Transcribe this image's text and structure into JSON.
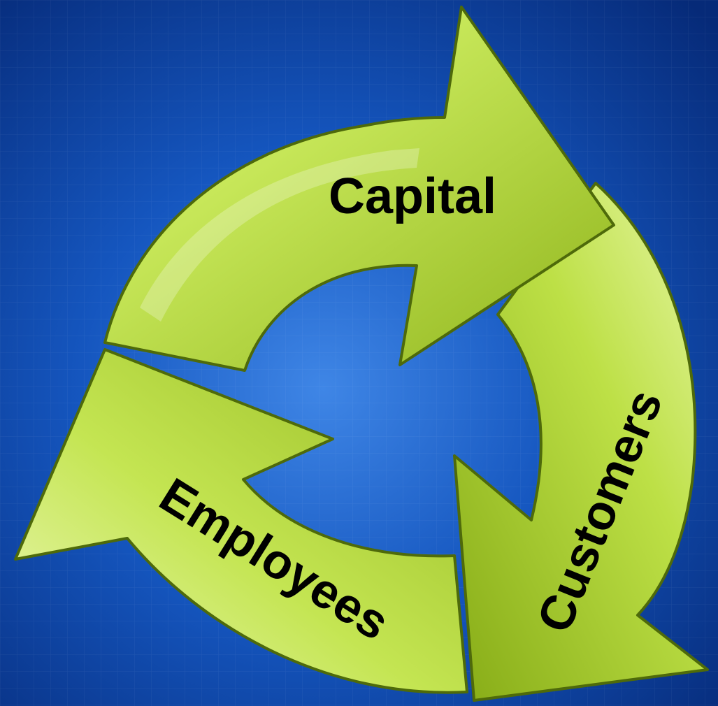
{
  "diagram": {
    "labels": {
      "capital": "Capital",
      "customers": "Customers",
      "employees": "Employees"
    },
    "colors": {
      "background_center": "#3a7ee0",
      "background_edge": "#062b7a",
      "arrow_light": "#eaf7b0",
      "arrow_mid": "#b6dc3a",
      "arrow_dark": "#5f7f10",
      "label_text": "#000000"
    }
  }
}
